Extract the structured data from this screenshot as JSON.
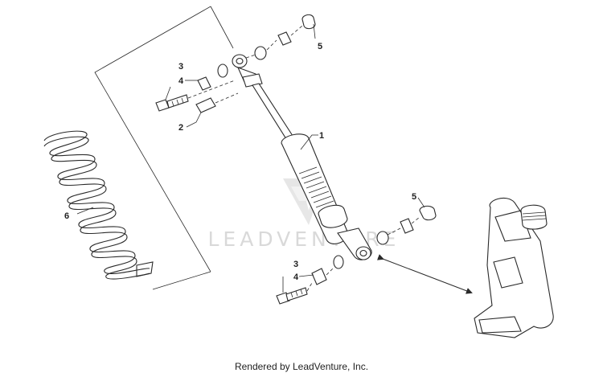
{
  "watermark": {
    "text": "LEADVENTURE"
  },
  "callouts": [
    {
      "id": "c1",
      "label": "1"
    },
    {
      "id": "c2",
      "label": "2"
    },
    {
      "id": "c3a",
      "label": "3"
    },
    {
      "id": "c4a",
      "label": "4"
    },
    {
      "id": "c5a",
      "label": "5"
    },
    {
      "id": "c6",
      "label": "6"
    },
    {
      "id": "c5b",
      "label": "5"
    },
    {
      "id": "c3b",
      "label": "3"
    },
    {
      "id": "c4b",
      "label": "4"
    }
  ],
  "footer": {
    "credit": "Rendered by LeadVenture, Inc."
  }
}
